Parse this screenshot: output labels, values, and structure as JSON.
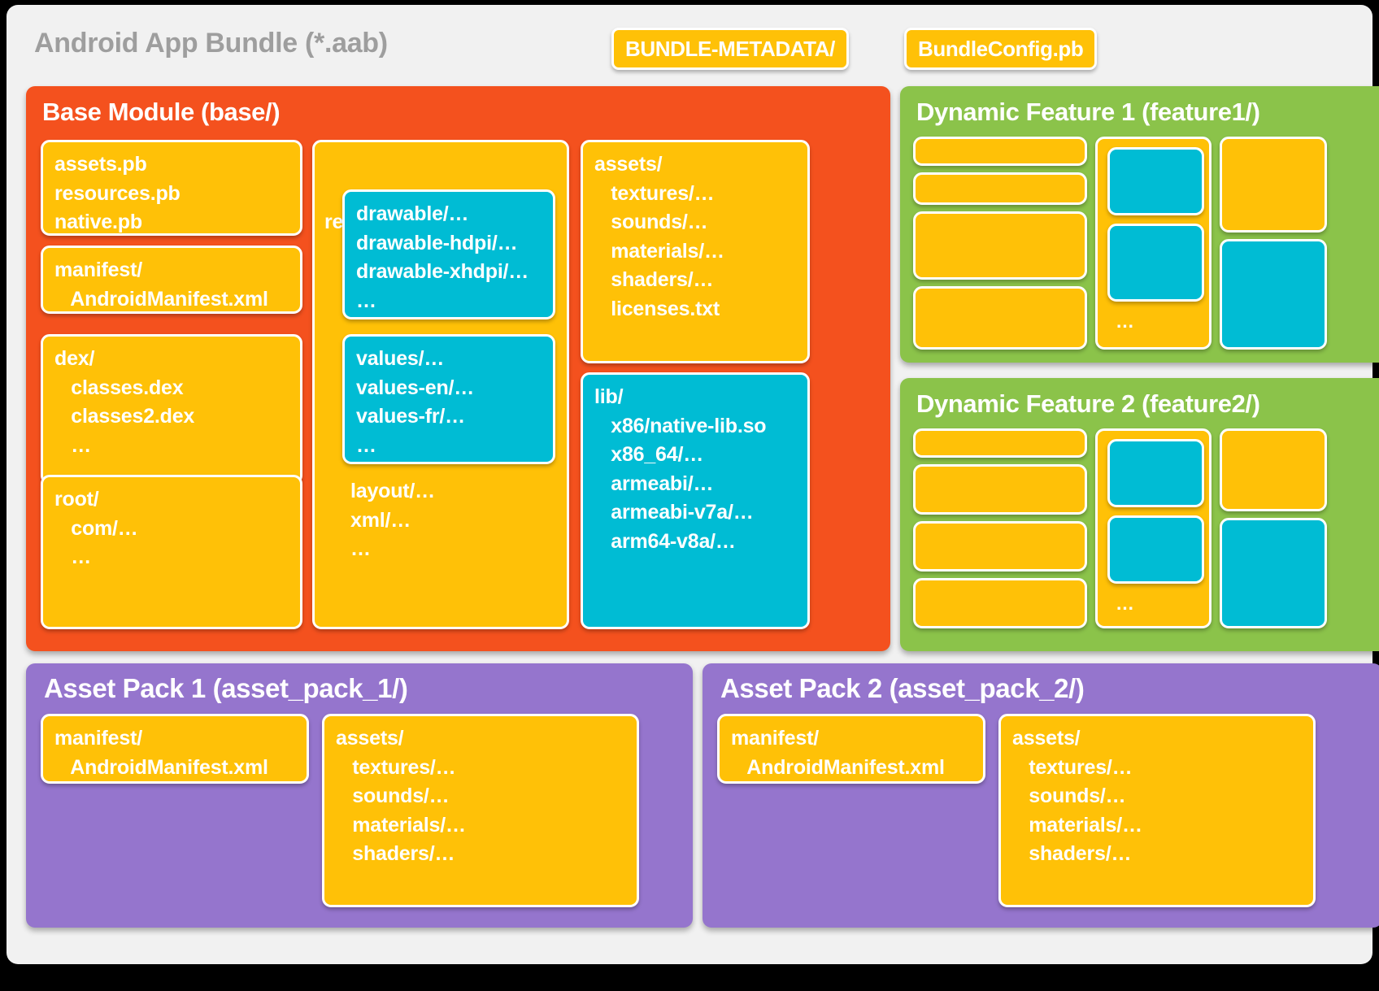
{
  "bundle": {
    "title": "Android App Bundle (*.aab)",
    "metadata_chips": [
      "BUNDLE-METADATA/",
      "BundleConfig.pb"
    ]
  },
  "colors": {
    "page_background": "#000000",
    "card_background": "#f1f1f1",
    "base_module": "#f4511e",
    "dynamic_feature": "#8bc34a",
    "asset_pack": "#9575cd",
    "file_node": "#ffc107",
    "resource_node": "#00bcd4",
    "title_gray": "#9e9e9e",
    "node_text": "#ffffff"
  },
  "base_module": {
    "title": "Base Module (base/)",
    "column_1": [
      {
        "name": "pb-files",
        "text": "assets.pb\nresources.pb\nnative.pb",
        "kind": "file"
      },
      {
        "name": "manifest",
        "text": "manifest/\n   AndroidManifest.xml",
        "kind": "file"
      },
      {
        "name": "dex",
        "text": "dex/\n   classes.dex\n   classes2.dex\n   …",
        "kind": "file"
      },
      {
        "name": "root",
        "text": "root/\n   com/…\n   …",
        "kind": "file"
      }
    ],
    "column_2": {
      "name": "res",
      "header": "res/",
      "children_cyan": [
        {
          "name": "drawable",
          "text": "drawable/…\ndrawable-hdpi/…\ndrawable-xhdpi/…\n…"
        },
        {
          "name": "values",
          "text": "values/…\nvalues-en/…\nvalues-fr/…\n…"
        }
      ],
      "tail": "layout/…\nxml/…\n…"
    },
    "column_3": [
      {
        "name": "assets",
        "kind": "file",
        "text": "assets/\n   textures/…\n   sounds/…\n   materials/…\n   shaders/…\n   licenses.txt"
      },
      {
        "name": "lib",
        "kind": "resource",
        "text": "lib/\n   x86/native-lib.so\n   x86_64/…\n   armeabi/…\n   armeabi-v7a/…\n   arm64-v8a/…"
      }
    ]
  },
  "dynamic_features": [
    {
      "title": "Dynamic Feature 1 (feature1/)",
      "left_column": [
        "",
        "",
        "",
        ""
      ],
      "middle_column": {
        "ellipsis": "…",
        "cyan_boxes": [
          "",
          ""
        ]
      },
      "right_column": {
        "yellow": "",
        "cyan": ""
      }
    },
    {
      "title": "Dynamic Feature 2 (feature2/)",
      "left_column": [
        "",
        "",
        "",
        ""
      ],
      "middle_column": {
        "ellipsis": "…",
        "cyan_boxes": [
          "",
          ""
        ]
      },
      "right_column": {
        "yellow": "",
        "cyan": ""
      }
    }
  ],
  "asset_packs": [
    {
      "title": "Asset Pack 1 (asset_pack_1/)",
      "manifest": "manifest/\n   AndroidManifest.xml",
      "assets": "assets/\n   textures/…\n   sounds/…\n   materials/…\n   shaders/…"
    },
    {
      "title": "Asset Pack 2 (asset_pack_2/)",
      "manifest": "manifest/\n   AndroidManifest.xml",
      "assets": "assets/\n   textures/…\n   sounds/…\n   materials/…\n   shaders/…"
    }
  ]
}
